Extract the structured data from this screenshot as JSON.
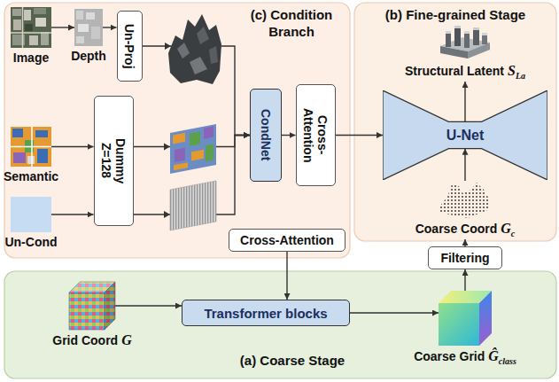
{
  "diagram": {
    "nodes": [
      {
        "text": [
          "(c) Condition Branch"
        ]
      },
      {
        "text": [
          "Image"
        ],
        "in": 0
      },
      {
        "text": [
          "Depth"
        ],
        "in": 0
      },
      {
        "text": [
          "Un-Proj"
        ],
        "in": 0
      },
      {
        "text": [
          "Semantic"
        ],
        "in": 0
      },
      {
        "text": [
          "Un-Cond"
        ],
        "in": 0
      },
      {
        "text": [
          "Dummy Z=128"
        ],
        "in": 0
      },
      {
        "text": [
          "CondNet"
        ],
        "in": 0
      },
      {
        "text": [
          "Cross-Attention"
        ],
        "in": 0
      },
      {
        "text": [
          "Cross-Attention"
        ],
        "in": 0
      },
      {
        "text": [
          "(b) Fine-grained Stage"
        ]
      },
      {
        "text": [
          "Structural Latent",
          "S",
          "La"
        ],
        "in": 10
      },
      {
        "text": [
          "U-Net"
        ],
        "in": 10
      },
      {
        "text": [
          "Coarse Coord",
          "G",
          "c"
        ],
        "in": 10
      },
      {
        "text": [
          "Filtering"
        ]
      },
      {
        "text": [
          "(a) Coarse Stage"
        ]
      },
      {
        "text": [
          "Grid Coord",
          "G"
        ],
        "in": 15
      },
      {
        "text": [
          "Transformer blocks"
        ],
        "in": 15
      },
      {
        "text": [
          "Coarse Grid",
          "Ĝ",
          "class"
        ],
        "in": 15
      }
    ],
    "edges": [
      {
        "from": 1,
        "to": 2,
        "arrow": "to"
      },
      {
        "from": 2,
        "to": 3,
        "arrow": "to"
      },
      {
        "from": 3,
        "to": 7,
        "arrow": "to"
      },
      {
        "from": 4,
        "to": 6,
        "arrow": "to"
      },
      {
        "from": 5,
        "to": 6,
        "arrow": "to"
      },
      {
        "from": 6,
        "to": 7,
        "arrow": "to"
      },
      {
        "from": 6,
        "to": 7,
        "arrow": "to"
      },
      {
        "from": 7,
        "to": 8,
        "arrow": "to"
      },
      {
        "from": 8,
        "to": 12,
        "arrow": "to"
      },
      {
        "from": 9,
        "to": 17,
        "arrow": "to"
      },
      {
        "from": 16,
        "to": 17,
        "arrow": "to"
      },
      {
        "from": 17,
        "to": 18,
        "arrow": "to"
      },
      {
        "from": 18,
        "to": 14,
        "arrow": "to"
      },
      {
        "from": 14,
        "to": 13,
        "arrow": "to"
      },
      {
        "from": 13,
        "to": 12,
        "arrow": "to"
      },
      {
        "from": 12,
        "to": 11,
        "arrow": "to"
      }
    ]
  }
}
